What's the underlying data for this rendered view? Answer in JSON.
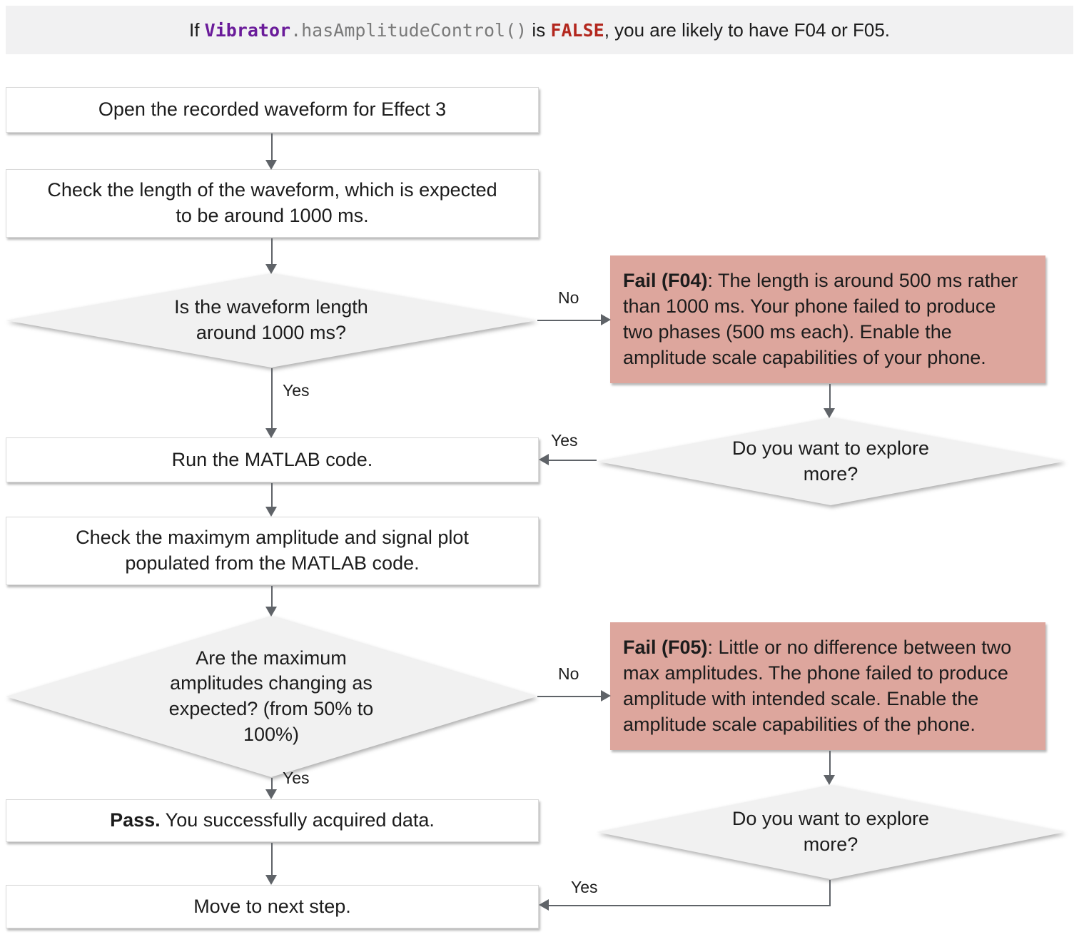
{
  "banner": {
    "prefix": "If ",
    "code_object": "Vibrator",
    "code_method": ".hasAmplitudeControl()",
    "connector": " is ",
    "code_value": "FALSE",
    "suffix": ", you are likely to have F04 or F05."
  },
  "flow": {
    "open_waveform": "Open the recorded waveform for Effect 3",
    "check_length": "Check the length of the waveform, which is expected\nto be around 1000 ms.",
    "is_length_1000": "Is the waveform length\naround 1000 ms?",
    "fail_f04": {
      "title": "Fail (F04)",
      "body": ": The length is around 500 ms rather\nthan 1000 ms. Your phone failed to produce\ntwo phases (500 ms each). Enable the\namplitude scale capabilities of your phone."
    },
    "explore_more_1": "Do you want to explore\nmore?",
    "run_matlab": "Run the MATLAB code.",
    "check_amplitude": "Check the maximym amplitude and signal plot\npopulated from the MATLAB code.",
    "amplitudes_changing": "Are the maximum\namplitudes changing as\nexpected? (from 50% to\n100%)",
    "fail_f05": {
      "title": "Fail (F05)",
      "body": ": Little or no difference between two\nmax amplitudes. The phone failed to produce\namplitude with intended scale. Enable the\namplitude scale capabilities of the phone."
    },
    "explore_more_2": "Do you want to explore\nmore?",
    "pass": {
      "title": "Pass.",
      "body": " You successfully acquired data."
    },
    "move_next": "Move to next step."
  },
  "labels": {
    "yes": "Yes",
    "no": "No"
  },
  "colors": {
    "banner_bg": "#f1f1f2",
    "fail_bg": "#dda69d",
    "diamond_bg": "#f1f1f1",
    "arrow": "#5f6368",
    "code_purple": "#6a1b9a",
    "code_red": "#b3271e",
    "code_gray": "#7a7a7a"
  }
}
